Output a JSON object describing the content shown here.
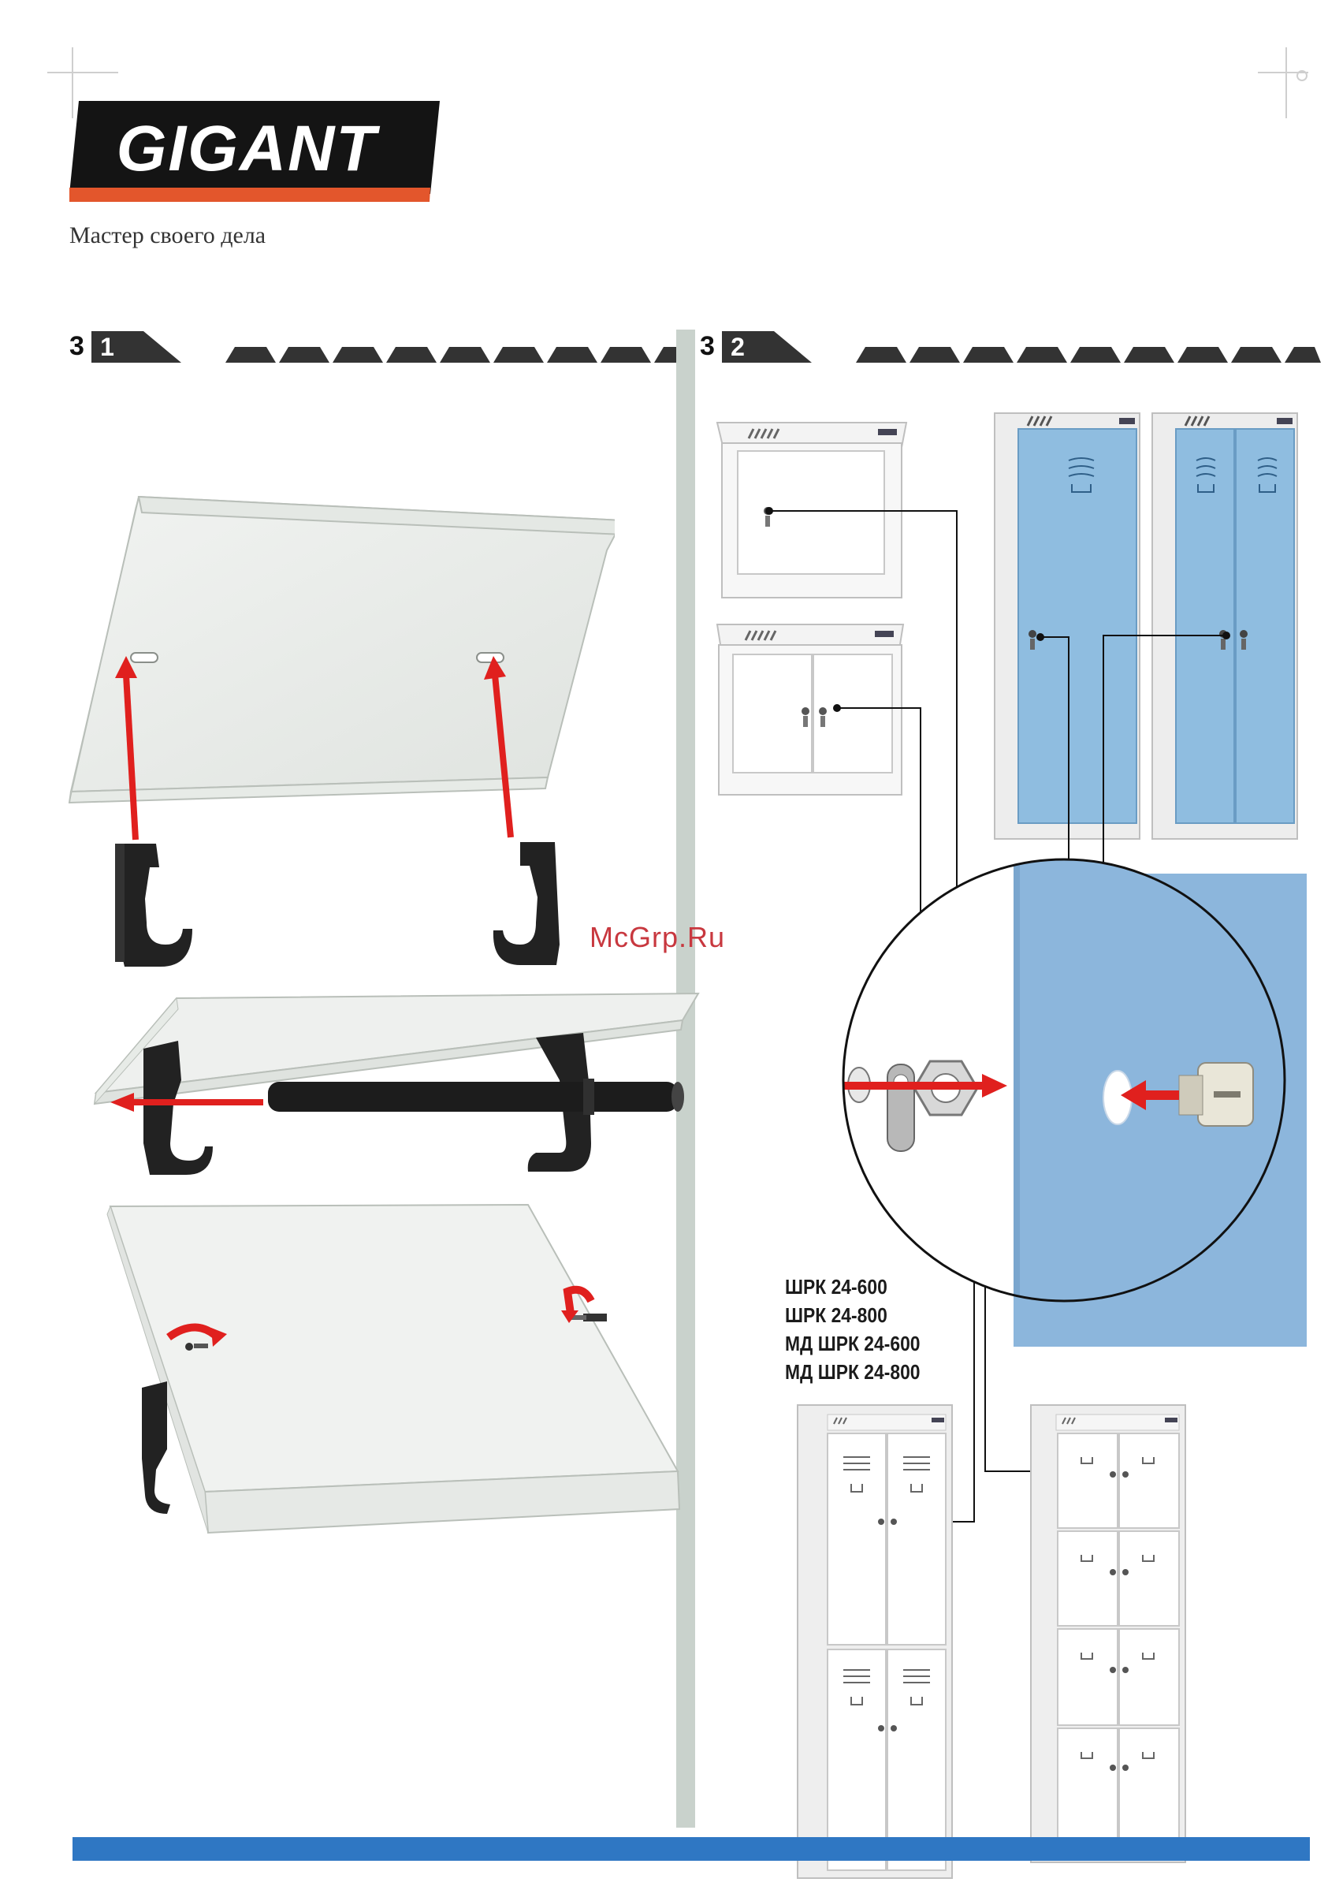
{
  "brand": {
    "name": "GIGANT",
    "tagline": "Мастер своего дела",
    "colors": {
      "logo_bg": "#141414",
      "logo_text": "#ffffff",
      "logo_stripe": "#e3562c"
    }
  },
  "steps": [
    {
      "major": "3",
      "minor": "1"
    },
    {
      "major": "3",
      "minor": "2"
    }
  ],
  "watermark": "McGrp.Ru",
  "models": [
    "ШРК 24-600",
    "ШРК 24-800",
    "МД ШРК 24-600",
    "МД ШРК 24-800"
  ],
  "colors": {
    "arrow": "#e0201e",
    "panel_blue": "#8cb6dc",
    "band_blue": "#2f77c3",
    "divider": "#c9d2cc"
  }
}
